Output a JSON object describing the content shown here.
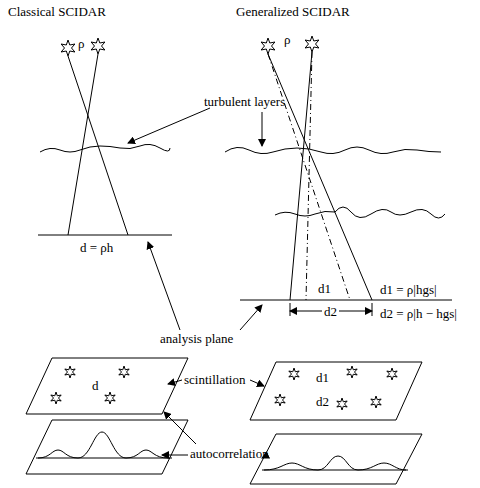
{
  "diagram": {
    "labels": [
      "Classical SCIDAR",
      "Generalized SCIDAR",
      "ρ",
      "ρ",
      "turbulent layers",
      "d = ρh",
      "analysis plane",
      "d1",
      "d2",
      "d1 = ρ|hgs|",
      "d2 = ρ|h − hgs|",
      "scintillation",
      "d",
      "d1",
      "d2",
      "autocorrelation"
    ]
  }
}
